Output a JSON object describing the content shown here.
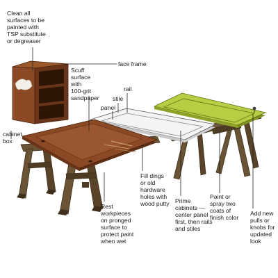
{
  "labels": {
    "clean": [
      "Clean all",
      "surfaces to be",
      "painted with",
      "TSP substitute",
      "or degreaser"
    ],
    "face_frame": [
      "face frame"
    ],
    "scuff": [
      "Scuff",
      "surface",
      "with",
      "100-grit",
      "sandpaper"
    ],
    "rail": [
      "rail"
    ],
    "stile": [
      "stile"
    ],
    "panel": [
      "panel"
    ],
    "cabinet_box": [
      "cabinet",
      "box"
    ],
    "fill": [
      "Fill dings",
      "or old",
      "hardware",
      "holes with",
      "wood putty"
    ],
    "paint": [
      "Paint or",
      "spray two",
      "coats of",
      "finish color"
    ],
    "prime": [
      "Prime",
      "cabinets —",
      "center panel",
      "first, then rails",
      "and stiles"
    ],
    "rest": [
      "Rest",
      "workpieces",
      "on pronged",
      "surface to",
      "protect paint",
      "when wet"
    ],
    "pulls": [
      "Add new",
      "pulls or",
      "knobs for",
      "updated",
      "look"
    ]
  },
  "colors": {
    "wood": "#8b4a25",
    "wood_dark": "#5e2f14",
    "sawhorse": "#6b5335",
    "sawhorse_dark": "#3f2f1b",
    "primed": "#f4f4f4",
    "green": "#b8cc44",
    "green_dark": "#7f9220"
  }
}
